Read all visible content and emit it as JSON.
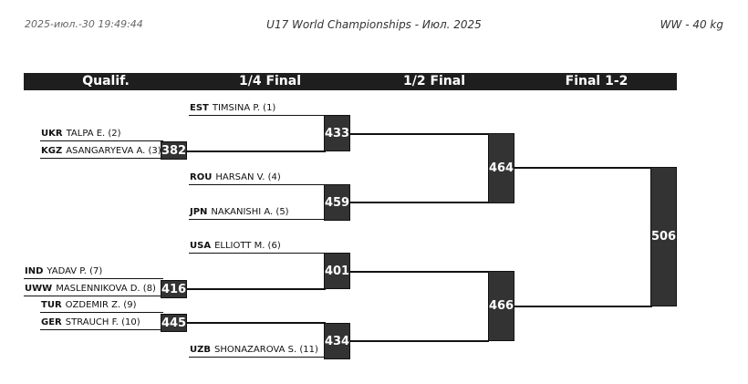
{
  "header": {
    "timestamp": "2025-июл.-30 19:49:44",
    "event": "U17 World Championships - Июл. 2025",
    "category": "WW - 40 kg"
  },
  "rounds": [
    "Qualif.",
    "1/4 Final",
    "1/2 Final",
    "Final 1-2"
  ],
  "competitors": [
    {
      "country": "EST",
      "name": "TIMSINA P. (1)"
    },
    {
      "country": "UKR",
      "name": "TALPA E. (2)"
    },
    {
      "country": "KGZ",
      "name": "ASANGARYEVA A. (3)"
    },
    {
      "country": "ROU",
      "name": "HARSAN V. (4)"
    },
    {
      "country": "JPN",
      "name": "NAKANISHI A. (5)"
    },
    {
      "country": "USA",
      "name": "ELLIOTT M. (6)"
    },
    {
      "country": "IND",
      "name": "YADAV P. (7)"
    },
    {
      "country": "UWW",
      "name": "MASLENNIKOVA D. (8)"
    },
    {
      "country": "TUR",
      "name": "OZDEMIR Z. (9)"
    },
    {
      "country": "GER",
      "name": "STRAUCH F. (10)"
    },
    {
      "country": "UZB",
      "name": "SHONAZAROVA S. (11)"
    }
  ],
  "bouts": {
    "q1": "382",
    "q2": "416",
    "q3": "445",
    "qf1": "433",
    "qf2": "459",
    "qf3": "401",
    "qf4": "434",
    "sf1": "464",
    "sf2": "466",
    "final": "506"
  }
}
